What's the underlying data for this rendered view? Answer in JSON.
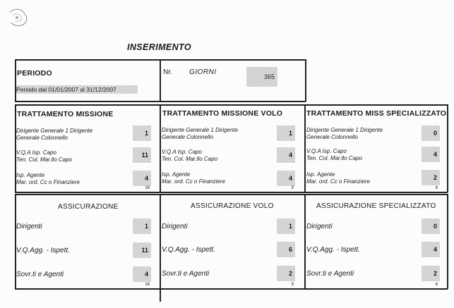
{
  "title": "INSERIMENTO",
  "periodo": {
    "label": "PERIODO",
    "range": "Periodo dal 01/01/2007 al 31/12/2007",
    "nr_label": "Nr.",
    "giorni_label": "GIORNI",
    "giorni_value": "365"
  },
  "trattamento": {
    "columns": [
      {
        "header": "TRATTAMENTO MISSIONE",
        "rows": [
          {
            "line1": "Dirigente Generale    1 Dirigente",
            "line2": "Generale    Colonnello",
            "value": "1"
          },
          {
            "line1": "V.Q.A    Isp. Capo",
            "line2": "Ten. Col.    Mar.llo Capo",
            "value": "11"
          },
          {
            "line1": "Isp.        Agente",
            "line2": "Mar. ord.        Cc    o    Finanziere",
            "value": "4"
          }
        ],
        "total": "16"
      },
      {
        "header": "TRATTAMENTO MISSIONE  VOLO",
        "rows": [
          {
            "line1": "Dirigente Generale    1 Dirigente",
            "line2": "Generale    Colonnello",
            "value": "1"
          },
          {
            "line1": "V.Q.A    Isp. Capo",
            "line2": "Ten. Col.    Mar.llo Capo",
            "value": "4"
          },
          {
            "line1": "Isp.        Agente",
            "line2": "Mar. ord.        Cc    o    Finanziere",
            "value": "4"
          }
        ],
        "total": "9"
      },
      {
        "header": "TRATTAMENTO MISS SPECIALIZZATO",
        "rows": [
          {
            "line1": "Dirigente Generale    1 Dirigente",
            "line2": "Generale    Colonnello",
            "value": "0"
          },
          {
            "line1": "V.Q.A    Isp. Capo",
            "line2": "Ten. Col.    Mar.llo Capo",
            "value": "4"
          },
          {
            "line1": "Isp.        Agente",
            "line2": "Mar. ord.        Cc    o    Finanziere",
            "value": "2"
          }
        ],
        "total": "6"
      }
    ]
  },
  "assicurazione": {
    "columns": [
      {
        "header": "ASSICURAZIONE",
        "rows": [
          {
            "label": "Dirigenti",
            "value": "1"
          },
          {
            "label": "V.Q.Agg.   -   Ispett.",
            "value": "11"
          },
          {
            "label": "Sovr.ti    e    Agenti",
            "value": "4"
          }
        ],
        "total": "16"
      },
      {
        "header": "ASSICURAZIONE  VOLO",
        "rows": [
          {
            "label": "Dirigenti",
            "value": "1"
          },
          {
            "label": "V.Q.Agg.   -   Ispett.",
            "value": "6"
          },
          {
            "label": "Sovr.ti    e    Agenti",
            "value": "2"
          }
        ],
        "total": "9"
      },
      {
        "header": "ASSICURAZIONE  SPECIALIZZATO",
        "rows": [
          {
            "label": "Dirigenti",
            "value": "0"
          },
          {
            "label": "V.Q.Agg.   -   Ispett.",
            "value": "4"
          },
          {
            "label": "Sovr.ti    e    Agenti",
            "value": "2"
          }
        ],
        "total": "6"
      }
    ]
  }
}
